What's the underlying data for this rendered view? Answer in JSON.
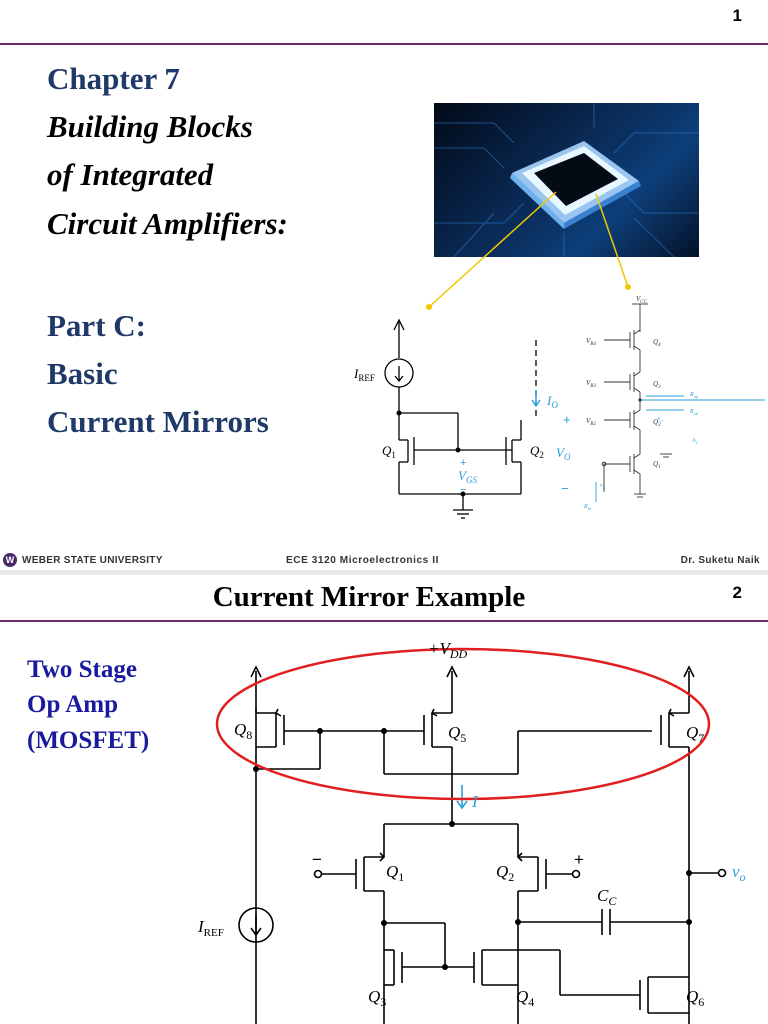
{
  "slide1": {
    "page_number": "1",
    "title": {
      "chapter": "Chapter 7",
      "line1": "Building Blocks",
      "line2": "of Integrated",
      "line3": "Circuit Amplifiers:"
    },
    "part": {
      "label": "Part C:",
      "line1": "Basic",
      "line2": "Current Mirrors"
    },
    "mirror_schematic": {
      "iref": "I",
      "iref_sub": "REF",
      "io": "I",
      "io_sub": "O",
      "q1": "Q",
      "q1_sub": "1",
      "q2": "Q",
      "q2_sub": "2",
      "vgs": "V",
      "vgs_sub": "GS",
      "vo": "V",
      "vo_sub": "O",
      "plus": "+",
      "minus": "−"
    },
    "cascode_schematic": {
      "vcc": "V",
      "vcc_sub": "CC",
      "vb": [
        "V",
        "V",
        "V"
      ],
      "vb_sub": [
        "B4",
        "B3",
        "B2"
      ],
      "q": [
        "Q",
        "Q",
        "Q",
        "Q"
      ],
      "q_sub": [
        "4",
        "3",
        "2",
        "1"
      ],
      "rop": "R",
      "rop_sub": "op",
      "ron": "R",
      "ron_sub": "on",
      "av": "A",
      "av_sub": "v",
      "vi": "v",
      "vi_sub": "i",
      "vo": "v",
      "vo_sub": "o",
      "rin": "R",
      "rin_sub": "in"
    },
    "footer": {
      "university": "WEBER STATE UNIVERSITY",
      "course": "ECE 3120 Microelectronics II",
      "author": "Dr. Suketu Naik"
    }
  },
  "slide2": {
    "page_number": "2",
    "title": "Current Mirror Example",
    "label_line1": "Two Stage",
    "label_line2": "Op Amp",
    "label_line3": "(MOSFET)",
    "schematic": {
      "vdd": "+V",
      "vdd_sub": "DD",
      "q8": "Q",
      "q8_sub": "8",
      "q5": "Q",
      "q5_sub": "5",
      "q7": "Q",
      "q7_sub": "7",
      "q1": "Q",
      "q1_sub": "1",
      "q2": "Q",
      "q2_sub": "2",
      "q3": "Q",
      "q3_sub": "3",
      "q4": "Q",
      "q4_sub": "4",
      "q6": "Q",
      "q6_sub": "6",
      "i": "I",
      "iref": "I",
      "iref_sub": "REF",
      "cc": "C",
      "cc_sub": "C",
      "vo": "v",
      "vo_sub": "o",
      "minus": "−",
      "plus": "+"
    }
  },
  "colors": {
    "title_navy": "#1f3a68",
    "label_blue": "#1a1a9e",
    "rule_purple": "#6b2c67",
    "highlight_red": "#e02020",
    "callout_yellow": "#f0c800",
    "schematic_cyan": "#2a9fd8"
  }
}
